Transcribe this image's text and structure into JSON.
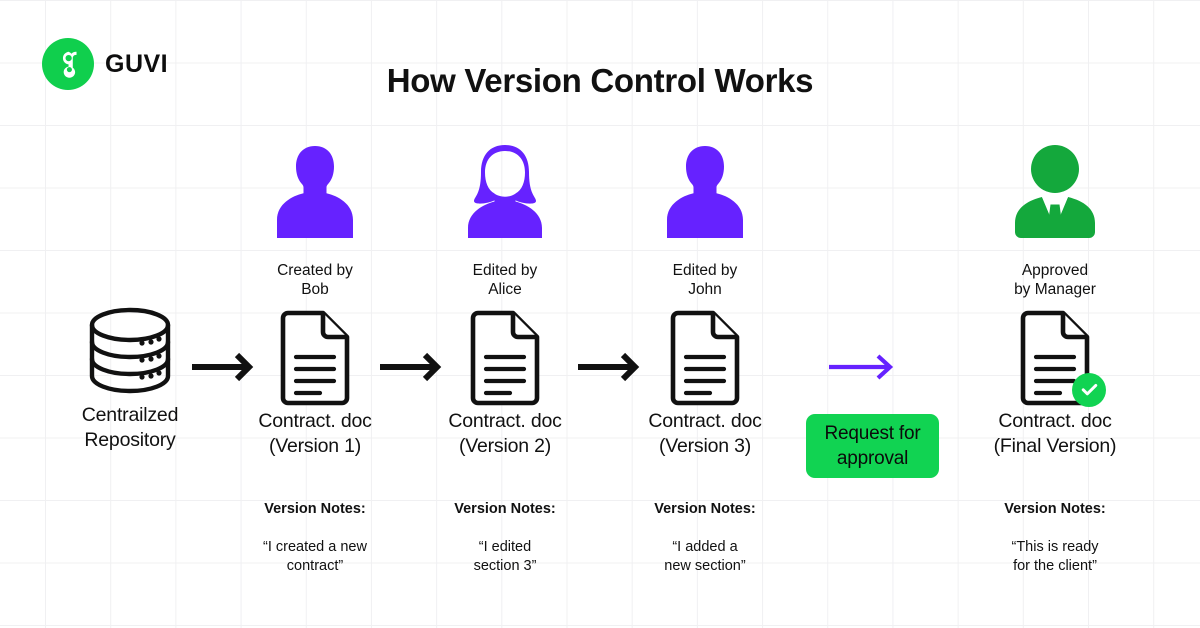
{
  "brand": {
    "name": "GUVI",
    "logo_icon": "guvi-g-logo-icon",
    "logo_color": "#10cf4d"
  },
  "title": "How Version Control Works",
  "colors": {
    "purple": "#6622ff",
    "green": "#11d352",
    "ink": "#111111",
    "grid": "#f0f0f2"
  },
  "flow": {
    "repository": {
      "icon": "database-icon",
      "label": "Centrailzed\nRepository"
    },
    "steps": [
      {
        "person_icon": "user-male-icon",
        "person_label": "Created by\nBob",
        "doc_icon": "document-icon",
        "doc_name": "Contract. doc\n(Version 1)",
        "notes_heading": "Version Notes:",
        "notes_body": "“I created a new\ncontract”"
      },
      {
        "person_icon": "user-female-icon",
        "person_label": "Edited by\nAlice",
        "doc_icon": "document-icon",
        "doc_name": "Contract. doc\n(Version 2)",
        "notes_heading": "Version Notes:",
        "notes_body": "“I edited\nsection 3”"
      },
      {
        "person_icon": "user-male-icon",
        "person_label": "Edited by\nJohn",
        "doc_icon": "document-icon",
        "doc_name": "Contract. doc\n(Version 3)",
        "notes_heading": "Version Notes:",
        "notes_body": "“I added a\nnew section”"
      },
      {
        "person_icon": "manager-suit-icon",
        "person_label": "Approved\nby Manager",
        "doc_icon": "document-approved-icon",
        "doc_name": "Contract. doc\n(Final Version)",
        "notes_heading": "Version Notes:",
        "notes_body": "“This is ready\nfor the client”",
        "badge_icon": "check-circle-icon"
      }
    ],
    "request_button": {
      "label": "Request for\napproval",
      "color": "#11d352"
    },
    "arrows": [
      {
        "name": "arrow-repo-to-v1",
        "color": "#111111"
      },
      {
        "name": "arrow-v1-to-v2",
        "color": "#111111"
      },
      {
        "name": "arrow-v2-to-v3",
        "color": "#111111"
      },
      {
        "name": "arrow-v3-to-request",
        "color": "#6622ff"
      }
    ]
  }
}
